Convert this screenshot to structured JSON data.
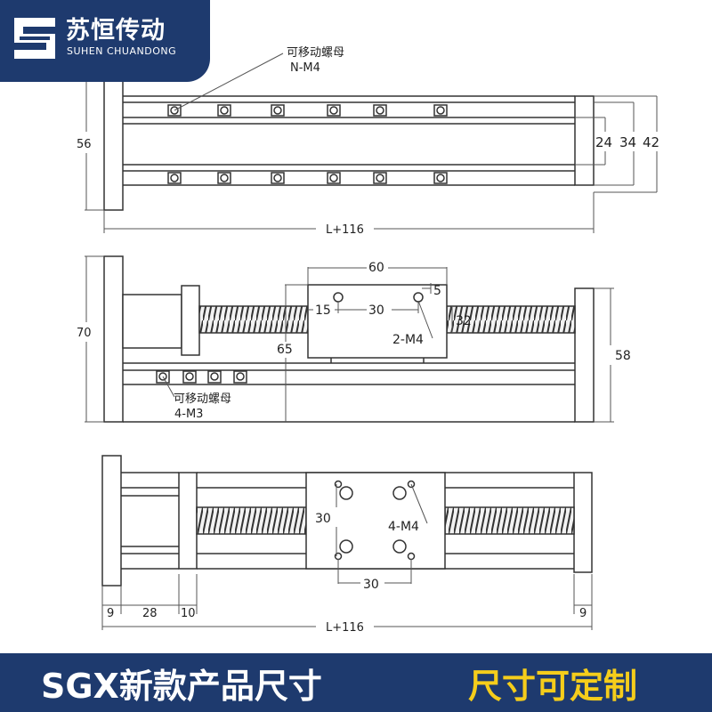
{
  "brand": {
    "name_cn": "苏恒传动",
    "name_en": "SUHEN CHUANDONG"
  },
  "top_view": {
    "nut_label": "可移动螺母",
    "nut_spec": "N-M4",
    "height_dim": "56",
    "dim_24": "24",
    "dim_34": "34",
    "dim_42": "42",
    "length_dim": "L+116"
  },
  "side_view": {
    "height_dim": "70",
    "carriage_width": "60",
    "dim_5": "5",
    "dim_15": "15",
    "dim_30": "30",
    "dim_32": "32",
    "hole_spec": "2-M4",
    "dim_65": "65",
    "dim_58": "58",
    "nut_label": "可移动螺母",
    "nut_spec": "4-M3"
  },
  "bottom_view": {
    "dim_30_vertical": "30",
    "hole_spec": "4-M4",
    "dim_30_horizontal": "30",
    "dim_9_left": "9",
    "dim_28": "28",
    "dim_10": "10",
    "dim_9_right": "9",
    "length_dim": "L+116"
  },
  "footer": {
    "left_text": "SGX新款产品尺寸",
    "right_text": "尺寸可定制"
  },
  "colors": {
    "brand_blue": "#1e3a6e",
    "highlight_yellow": "#f5cd1b"
  }
}
